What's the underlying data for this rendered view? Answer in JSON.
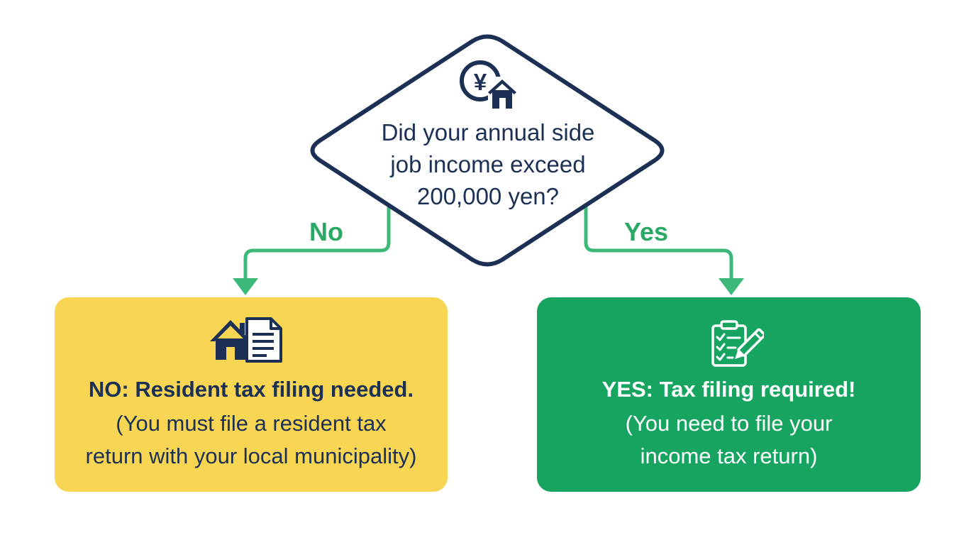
{
  "colors": {
    "navy": "#1b3054",
    "arrow_green": "#3cb878",
    "label_green": "#2aa866",
    "no_box": "#f8d552",
    "yes_box": "#17a460",
    "white": "#ffffff"
  },
  "decision": {
    "question_lines": [
      "Did your annual side",
      "job income exceed",
      "200,000 yen?"
    ],
    "icon": "yen-coin-house-icon"
  },
  "branches": {
    "no_label": "No",
    "yes_label": "Yes"
  },
  "outcomes": {
    "no": {
      "title": "NO: Resident tax filing needed.",
      "detail_lines": [
        "(You must file a resident tax",
        "return with your local municipality)"
      ],
      "icon": "house-document-icon"
    },
    "yes": {
      "title": "YES: Tax filing required!",
      "detail_lines": [
        "(You need to file your",
        "income tax return)"
      ],
      "icon": "clipboard-checklist-pencil-icon"
    }
  }
}
